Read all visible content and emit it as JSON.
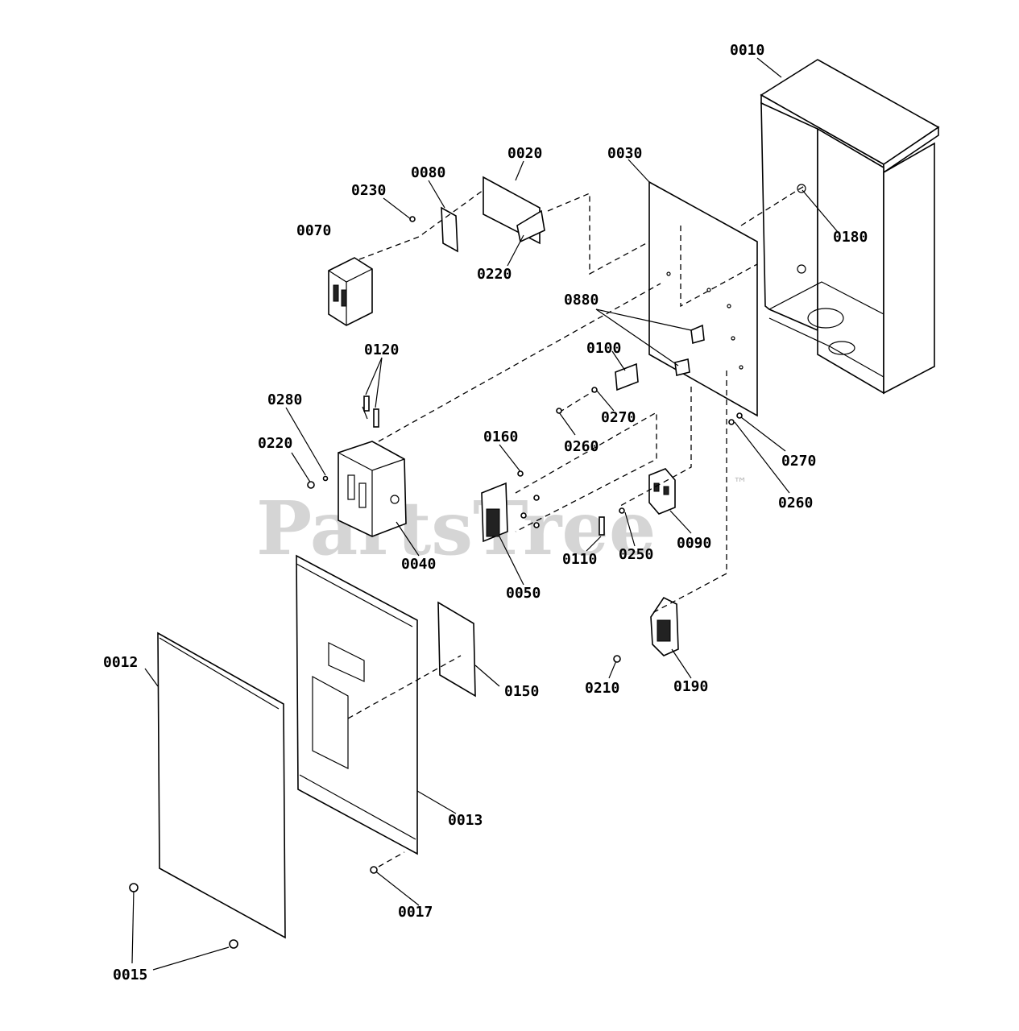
{
  "watermark": {
    "text": "PartsTree",
    "trademark": "™"
  },
  "labels": {
    "p0010": "0010",
    "p0012": "0012",
    "p0013": "0013",
    "p0015": "0015",
    "p0017": "0017",
    "p0020": "0020",
    "p0030": "0030",
    "p0040": "0040",
    "p0050": "0050",
    "p0070": "0070",
    "p0080": "0080",
    "p0090": "0090",
    "p0100": "0100",
    "p0110": "0110",
    "p0120": "0120",
    "p0150": "0150",
    "p0160": "0160",
    "p0180": "0180",
    "p0190": "0190",
    "p0210": "0210",
    "p0220a": "0220",
    "p0220b": "0220",
    "p0230": "0230",
    "p0250": "0250",
    "p0260a": "0260",
    "p0260b": "0260",
    "p0270a": "0270",
    "p0270b": "0270",
    "p0280": "0280",
    "p0880": "0880"
  }
}
